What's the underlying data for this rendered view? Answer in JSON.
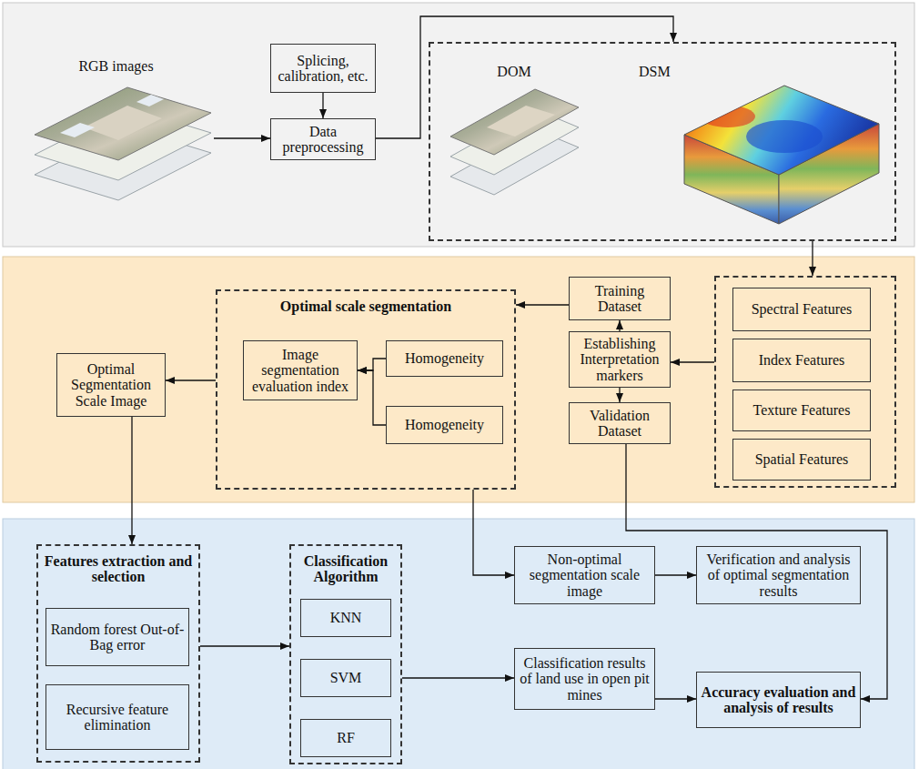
{
  "diagram": {
    "nodes": [
      {
        "text": [
          "RGB images"
        ]
      },
      {
        "text": [
          "Splicing, calibration, etc."
        ]
      },
      {
        "text": [
          "Data preprocessing"
        ]
      },
      {
        "text": []
      },
      {
        "text": [
          "DOM"
        ],
        "in": 3
      },
      {
        "text": [
          "DSM"
        ],
        "in": 3
      },
      {
        "text": [
          "Optimal scale segmentation"
        ]
      },
      {
        "text": [
          "Image segmentation evaluation index"
        ],
        "in": 6
      },
      {
        "text": [
          "Homogeneity"
        ],
        "in": 6
      },
      {
        "text": [
          "Homogeneity"
        ],
        "in": 6
      },
      {
        "text": [
          "Optimal Segmentation Scale Image"
        ]
      },
      {
        "text": [
          "Training Dataset"
        ]
      },
      {
        "text": [
          "Establishing Interpretation markers"
        ]
      },
      {
        "text": [
          "Validation Dataset"
        ]
      },
      {
        "text": []
      },
      {
        "text": [
          "Spectral Features"
        ],
        "in": 14
      },
      {
        "text": [
          "Index Features"
        ],
        "in": 14
      },
      {
        "text": [
          "Texture Features"
        ],
        "in": 14
      },
      {
        "text": [
          "Spatial Features"
        ],
        "in": 14
      },
      {
        "text": [
          "Features extraction and selection"
        ]
      },
      {
        "text": [
          "Random forest Out-of-Bag error"
        ],
        "in": 19
      },
      {
        "text": [
          "Recursive feature elimination"
        ],
        "in": 19
      },
      {
        "text": [
          "Classification Algorithm"
        ]
      },
      {
        "text": [
          "KNN"
        ],
        "in": 22
      },
      {
        "text": [
          "SVM"
        ],
        "in": 22
      },
      {
        "text": [
          "RF"
        ],
        "in": 22
      },
      {
        "text": [
          "Non-optimal segmentation scale image"
        ]
      },
      {
        "text": [
          "Verification and analysis of optimal segmentation results"
        ]
      },
      {
        "text": [
          "Classification results of land use in open pit mines"
        ]
      },
      {
        "text": [
          "Accuracy evaluation and analysis of results"
        ]
      }
    ],
    "edges": [
      {
        "from": 0,
        "to": 2,
        "arrow": "to"
      },
      {
        "from": 1,
        "to": 2,
        "arrow": "to"
      },
      {
        "from": 2,
        "to": 3,
        "arrow": "to"
      },
      {
        "from": 3,
        "to": 14,
        "arrow": "to"
      },
      {
        "from": 14,
        "to": 12,
        "arrow": "to"
      },
      {
        "from": 12,
        "to": 11,
        "arrow": "to"
      },
      {
        "from": 12,
        "to": 13,
        "arrow": "to"
      },
      {
        "from": 11,
        "to": 6,
        "arrow": "to"
      },
      {
        "from": 8,
        "to": 7,
        "arrow": "to"
      },
      {
        "from": 9,
        "to": 7,
        "arrow": "to"
      },
      {
        "from": 6,
        "to": 10,
        "arrow": "to"
      },
      {
        "from": 10,
        "to": 19,
        "arrow": "to"
      },
      {
        "from": 6,
        "to": 26,
        "arrow": "to"
      },
      {
        "from": 13,
        "to": 29,
        "arrow": "to"
      },
      {
        "from": 19,
        "to": 22,
        "arrow": "to"
      },
      {
        "from": 22,
        "to": 28,
        "arrow": "to"
      },
      {
        "from": 26,
        "to": 27,
        "arrow": "to"
      },
      {
        "from": 28,
        "to": 29,
        "arrow": "to"
      }
    ]
  }
}
